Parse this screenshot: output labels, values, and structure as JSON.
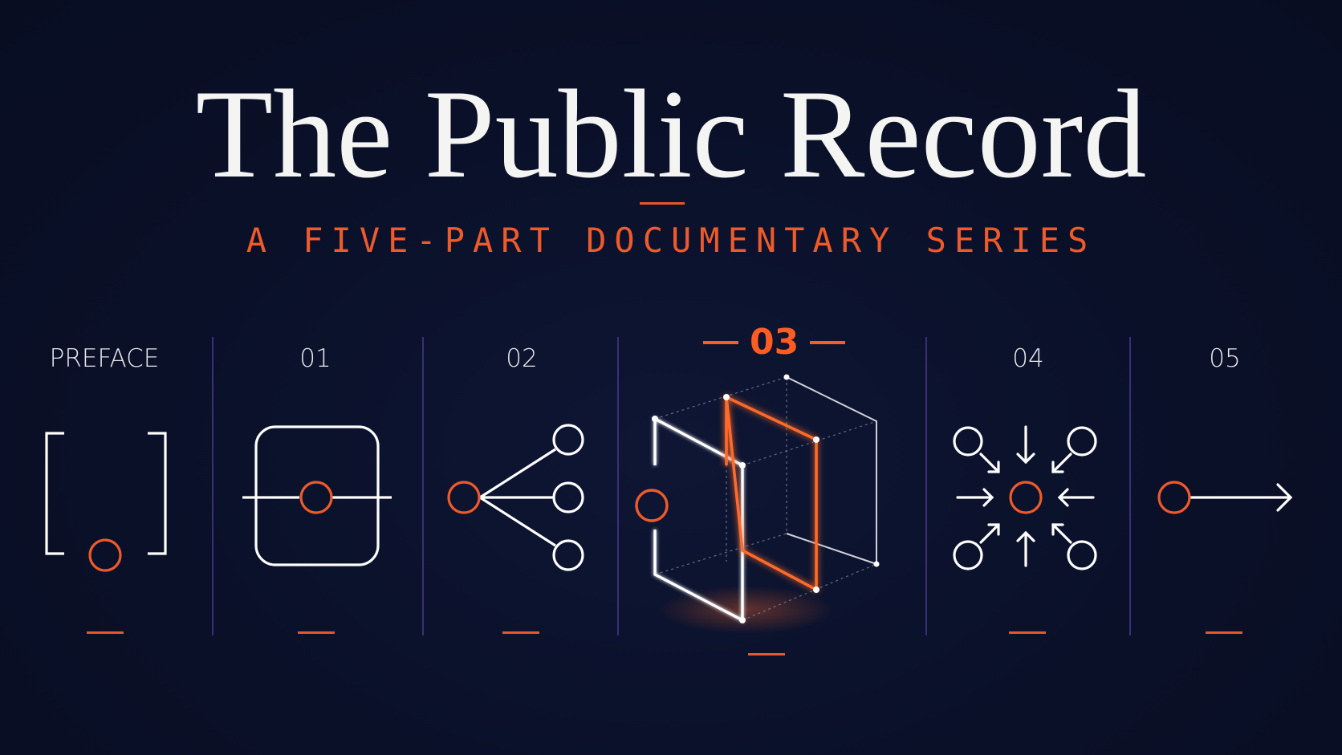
{
  "title": "The Public Record",
  "subtitle": "A FIVE-PART DOCUMENTARY SERIES",
  "parts": [
    {
      "label": "PREFACE",
      "icon": "bracket-dot-icon"
    },
    {
      "label": "01",
      "icon": "rounded-square-circle-icon"
    },
    {
      "label": "02",
      "icon": "branching-nodes-icon"
    },
    {
      "label": "03",
      "icon": "isometric-frame-icon",
      "active": true
    },
    {
      "label": "04",
      "icon": "converging-arrows-icon"
    },
    {
      "label": "05",
      "icon": "circle-arrow-right-icon"
    }
  ],
  "colors": {
    "background": "#0a1028",
    "accent": "#ee5a2a",
    "text": "#f4f4f2",
    "divider": "#3a2f7a"
  }
}
